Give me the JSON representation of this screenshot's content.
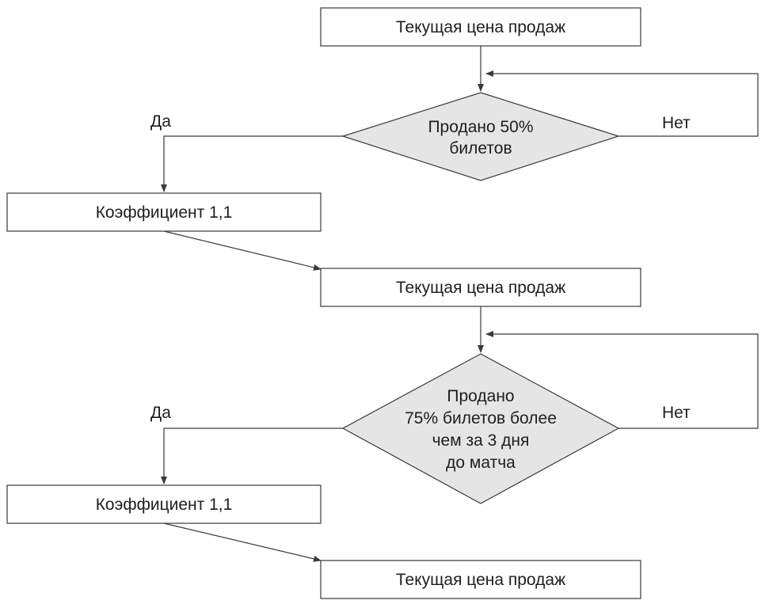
{
  "diagram": {
    "nodes": {
      "price_1": "Текущая цена продаж",
      "decision_1": [
        "Продано 50%",
        "билетов"
      ],
      "coef_1": "Коэффициент 1,1",
      "price_2": "Текущая цена продаж",
      "decision_2": [
        "Продано",
        "75% билетов более",
        "чем за 3 дня",
        "до матча"
      ],
      "coef_2": "Коэффициент 1,1",
      "price_3": "Текущая цена продаж"
    },
    "edge_labels": {
      "yes_1": "Да",
      "no_1": "Нет",
      "yes_2": "Да",
      "no_2": "Нет"
    },
    "colors": {
      "line": "#3a3a3a",
      "diamond_fill": "#e5e5e5",
      "box_fill": "#ffffff",
      "text": "#1e1e1e"
    }
  }
}
